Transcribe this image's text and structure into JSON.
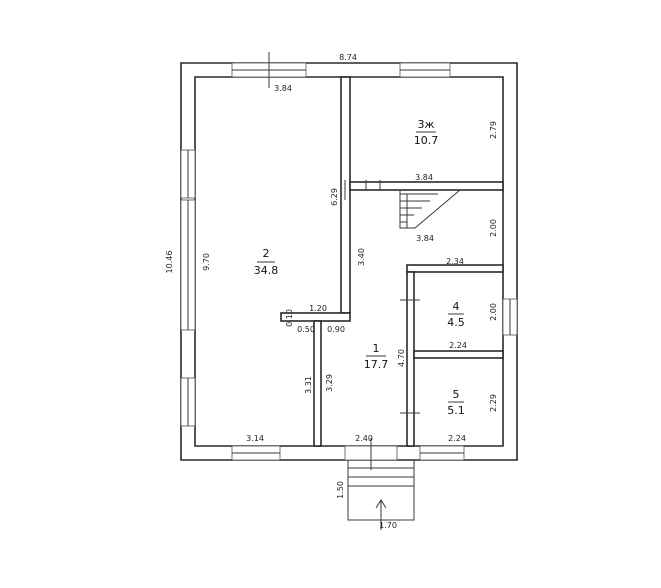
{
  "plan": {
    "rooms": [
      {
        "number": "2",
        "area": "34.8"
      },
      {
        "number": "3ж",
        "area": "10.7"
      },
      {
        "number": "1",
        "area": "17.7"
      },
      {
        "number": "4",
        "area": "4.5"
      },
      {
        "number": "5",
        "area": "5.1"
      }
    ],
    "dimensions": {
      "total_width": "8.74",
      "total_height": "10.46",
      "room2_width_top": "3.84",
      "room2_height": "9.70",
      "room2_width_bottom": "3.14",
      "room3_height": "2.79",
      "room3_width_bottom": "3.84",
      "partition_height": "6.29",
      "stair_width": "3.84",
      "stair_height": "2.00",
      "hall_upper_height": "3.40",
      "wc_width_top": "2.34",
      "wall_offset": "1.20",
      "wall_thickness": "0.10",
      "opening_left": "0.50",
      "opening_right": "0.90",
      "room4_height": "2.00",
      "room4_width": "2.24",
      "hall_height": "4.70",
      "left_lower_height": "3.31",
      "hall_lower_height": "3.29",
      "room5_height": "2.29",
      "hall_width_bottom": "2.40",
      "room5_width": "2.24",
      "porch_depth": "1.50",
      "porch_width": "1.70"
    }
  }
}
